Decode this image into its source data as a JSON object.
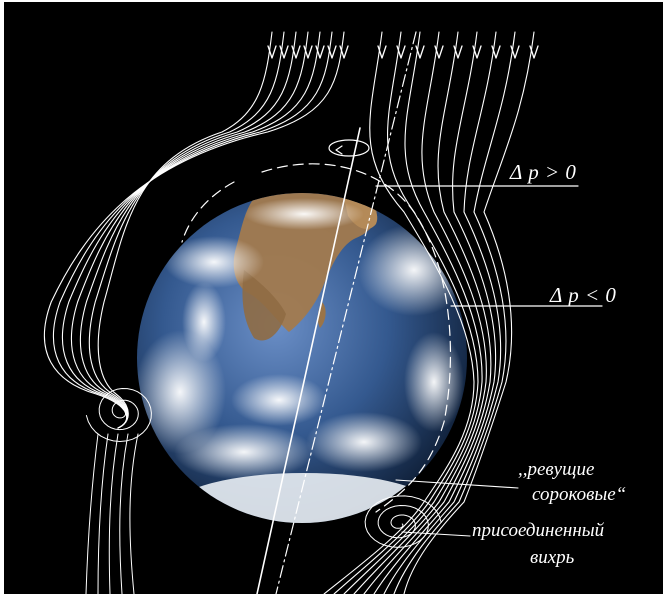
{
  "labels": {
    "pressure_positive": "Δ p > 0",
    "pressure_negative": "Δ p < 0",
    "roaring_forties_line1": ",,ревущие",
    "roaring_forties_line2": "сороковые“",
    "attached_vortex_line1": "присоединенный",
    "attached_vortex_line2": "вихрь"
  },
  "colors": {
    "background": "#000000",
    "lines": "#ffffff",
    "ocean": "#2c4f86",
    "land": "#a27a4e",
    "clouds": "#eef1f5"
  },
  "icons": {
    "rotation": "rotation-arrow-icon",
    "flow": "arrow-down-icon"
  }
}
